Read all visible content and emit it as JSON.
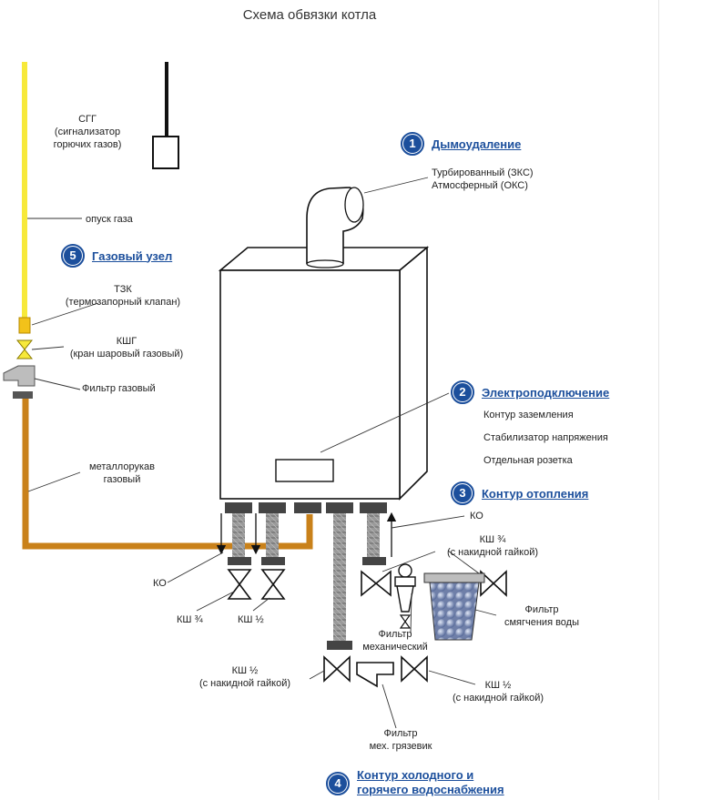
{
  "title": "Схема обвязки котла",
  "sections": {
    "s1": {
      "num": "1",
      "title": "Дымоудаление"
    },
    "s2": {
      "num": "2",
      "title": "Электроподключение"
    },
    "s3": {
      "num": "3",
      "title": "Контур отопления"
    },
    "s4": {
      "num": "4",
      "title_line1": "Контур холодного и",
      "title_line2": "горячего водоснабжения"
    },
    "s5": {
      "num": "5",
      "title": "Газовый узел"
    }
  },
  "labels": {
    "sgg_1": "СГГ",
    "sgg_2": "(сигнализатор",
    "sgg_3": "горючих газов)",
    "gas_drop": "опуск газа",
    "tzk_1": "ТЗК",
    "tzk_2": "(термозапорный клапан)",
    "kshg_1": "КШГ",
    "kshg_2": "(кран шаровый газовый)",
    "gas_filter": "Фильтр газовый",
    "hose_1": "металлорукав",
    "hose_2": "газовый",
    "flue_1": "Турбированный (ЗКС)",
    "flue_2": "Атмосферный (ОКС)",
    "el_1": "Контур заземления",
    "el_2": "Стабилизатор напряжения",
    "el_3": "Отдельная розетка",
    "ko_left": "КО",
    "ko_right": "КО",
    "ksh34_nut_1": "КШ ¾",
    "ksh34_nut_2": "(с накидной гайкой)",
    "ksh34": "КШ ¾",
    "ksh12": "КШ ½",
    "softener_1": "Фильтр",
    "softener_2": "смягчения воды",
    "mech_1": "Фильтр",
    "mech_2": "механический",
    "ksh12_left_1": "КШ ½",
    "ksh12_left_2": "(с накидной гайкой)",
    "ksh12_right_1": "КШ ½",
    "ksh12_right_2": "(с накидной гайкой)",
    "mud_1": "Фильтр",
    "mud_2": "мех. грязевик"
  },
  "colors": {
    "gas_pipe": "#f7e93a",
    "gas_hose": "#c9811a",
    "section_blue": "#1c4f9c",
    "outline": "#1a1a1a"
  }
}
